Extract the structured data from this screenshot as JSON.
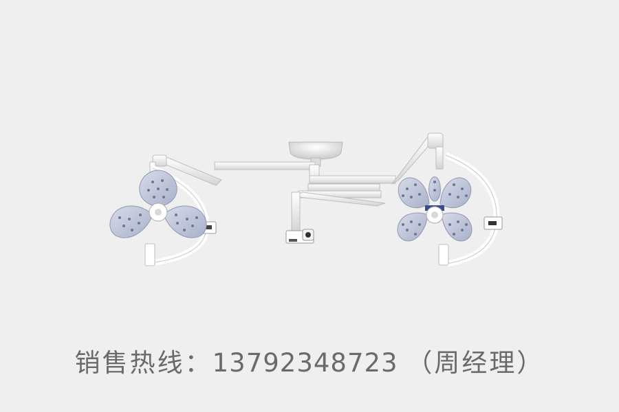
{
  "banner": {
    "product_image": "surgical-shadowless-led-lamp",
    "background_color": "#efefef",
    "hotline": {
      "label": "销售热线：",
      "phone": "13792348723",
      "contact": "（周经理）"
    },
    "text_color": "#6a6a6a"
  }
}
